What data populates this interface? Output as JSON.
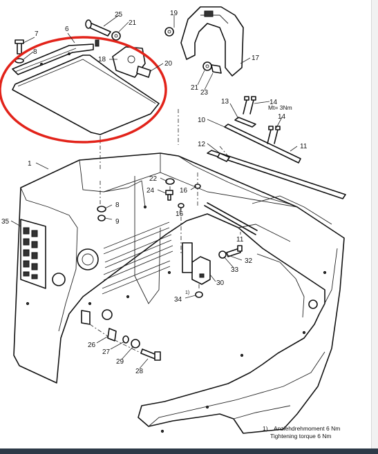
{
  "callouts": [
    {
      "id": "c1",
      "label": "1"
    },
    {
      "id": "c6",
      "label": "6"
    },
    {
      "id": "c7",
      "label": "7"
    },
    {
      "id": "c8a",
      "label": "8"
    },
    {
      "id": "c8b",
      "label": "8"
    },
    {
      "id": "c9",
      "label": "9"
    },
    {
      "id": "c10",
      "label": "10"
    },
    {
      "id": "c11a",
      "label": "11"
    },
    {
      "id": "c11b",
      "label": "11"
    },
    {
      "id": "c12",
      "label": "12"
    },
    {
      "id": "c13",
      "label": "13"
    },
    {
      "id": "c14a",
      "label": "14"
    },
    {
      "id": "c14b",
      "label": "14"
    },
    {
      "id": "c16a",
      "label": "16"
    },
    {
      "id": "c16b",
      "label": "16"
    },
    {
      "id": "c17",
      "label": "17"
    },
    {
      "id": "c18",
      "label": "18"
    },
    {
      "id": "c19",
      "label": "19"
    },
    {
      "id": "c20",
      "label": "20"
    },
    {
      "id": "c21a",
      "label": "21"
    },
    {
      "id": "c21b",
      "label": "21"
    },
    {
      "id": "c22",
      "label": "22"
    },
    {
      "id": "c23",
      "label": "23"
    },
    {
      "id": "c24",
      "label": "24"
    },
    {
      "id": "c25",
      "label": "25"
    },
    {
      "id": "c26",
      "label": "26"
    },
    {
      "id": "c27",
      "label": "27"
    },
    {
      "id": "c28",
      "label": "28"
    },
    {
      "id": "c29",
      "label": "29"
    },
    {
      "id": "c30",
      "label": "30"
    },
    {
      "id": "c32",
      "label": "32"
    },
    {
      "id": "c33",
      "label": "33"
    },
    {
      "id": "c34",
      "label": "34"
    },
    {
      "id": "c35",
      "label": "35"
    }
  ],
  "torque_spec": "Mt= 3Nm",
  "note_marker": "1)",
  "footnote": {
    "marker": "1)",
    "line_de": "Anziehdrehmoment 6 Nm",
    "line_en": "Tightening torque 6 Nm"
  },
  "colors": {
    "highlight": "#e2231a",
    "line": "#111111"
  }
}
